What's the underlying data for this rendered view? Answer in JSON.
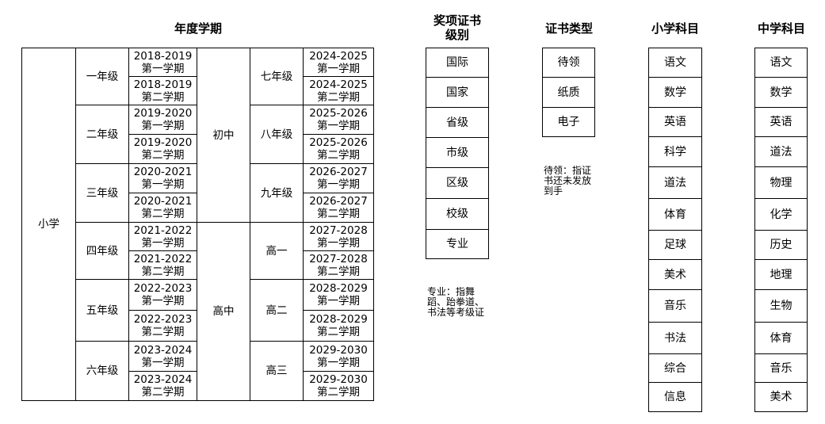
{
  "headers": {
    "year_term": "年度学期",
    "award_level": "奖项证书\n级别",
    "cert_type": "证书类型",
    "primary_subjects": "小学科目",
    "middle_subjects": "中学科目"
  },
  "stage_primary": "小学",
  "stage_junior": "初中",
  "stage_senior": "高中",
  "primary_grades": [
    {
      "grade": "一年级",
      "terms": [
        {
          "year": "2018-2019",
          "term": "第一学期"
        },
        {
          "year": "2018-2019",
          "term": "第二学期"
        }
      ]
    },
    {
      "grade": "二年级",
      "terms": [
        {
          "year": "2019-2020",
          "term": "第一学期"
        },
        {
          "year": "2019-2020",
          "term": "第二学期"
        }
      ]
    },
    {
      "grade": "三年级",
      "terms": [
        {
          "year": "2020-2021",
          "term": "第一学期"
        },
        {
          "year": "2020-2021",
          "term": "第二学期"
        }
      ]
    },
    {
      "grade": "四年级",
      "terms": [
        {
          "year": "2021-2022",
          "term": "第一学期"
        },
        {
          "year": "2021-2022",
          "term": "第二学期"
        }
      ]
    },
    {
      "grade": "五年级",
      "terms": [
        {
          "year": "2022-2023",
          "term": "第一学期"
        },
        {
          "year": "2022-2023",
          "term": "第二学期"
        }
      ]
    },
    {
      "grade": "六年级",
      "terms": [
        {
          "year": "2023-2024",
          "term": "第一学期"
        },
        {
          "year": "2023-2024",
          "term": "第二学期"
        }
      ]
    }
  ],
  "secondary_grades": [
    {
      "grade": "七年级",
      "terms": [
        {
          "year": "2024-2025",
          "term": "第一学期"
        },
        {
          "year": "2024-2025",
          "term": "第二学期"
        }
      ]
    },
    {
      "grade": "八年级",
      "terms": [
        {
          "year": "2025-2026",
          "term": "第一学期"
        },
        {
          "year": "2025-2026",
          "term": "第二学期"
        }
      ]
    },
    {
      "grade": "九年级",
      "terms": [
        {
          "year": "2026-2027",
          "term": "第一学期"
        },
        {
          "year": "2026-2027",
          "term": "第二学期"
        }
      ]
    },
    {
      "grade": "高一",
      "terms": [
        {
          "year": "2027-2028",
          "term": "第一学期"
        },
        {
          "year": "2027-2028",
          "term": "第二学期"
        }
      ]
    },
    {
      "grade": "高二",
      "terms": [
        {
          "year": "2028-2029",
          "term": "第一学期"
        },
        {
          "year": "2028-2029",
          "term": "第二学期"
        }
      ]
    },
    {
      "grade": "高三",
      "terms": [
        {
          "year": "2029-2030",
          "term": "第一学期"
        },
        {
          "year": "2029-2030",
          "term": "第二学期"
        }
      ]
    }
  ],
  "award_levels": [
    "国际",
    "国家",
    "省级",
    "市级",
    "区级",
    "校级",
    "专业"
  ],
  "award_note": "专业：指舞蹈、跆拳道、书法等考级证书",
  "cert_types": [
    "待领",
    "纸质",
    "电子"
  ],
  "cert_note": "待领：指证书还未发放到手",
  "primary_subject_list": [
    "语文",
    "数学",
    "英语",
    "科学",
    "道法",
    "体育",
    "足球",
    "美术",
    "音乐",
    "书法",
    "综合",
    "信息"
  ],
  "middle_subject_list": [
    "语文",
    "数学",
    "英语",
    "道法",
    "物理",
    "化学",
    "历史",
    "地理",
    "生物",
    "体育",
    "音乐",
    "美术"
  ]
}
